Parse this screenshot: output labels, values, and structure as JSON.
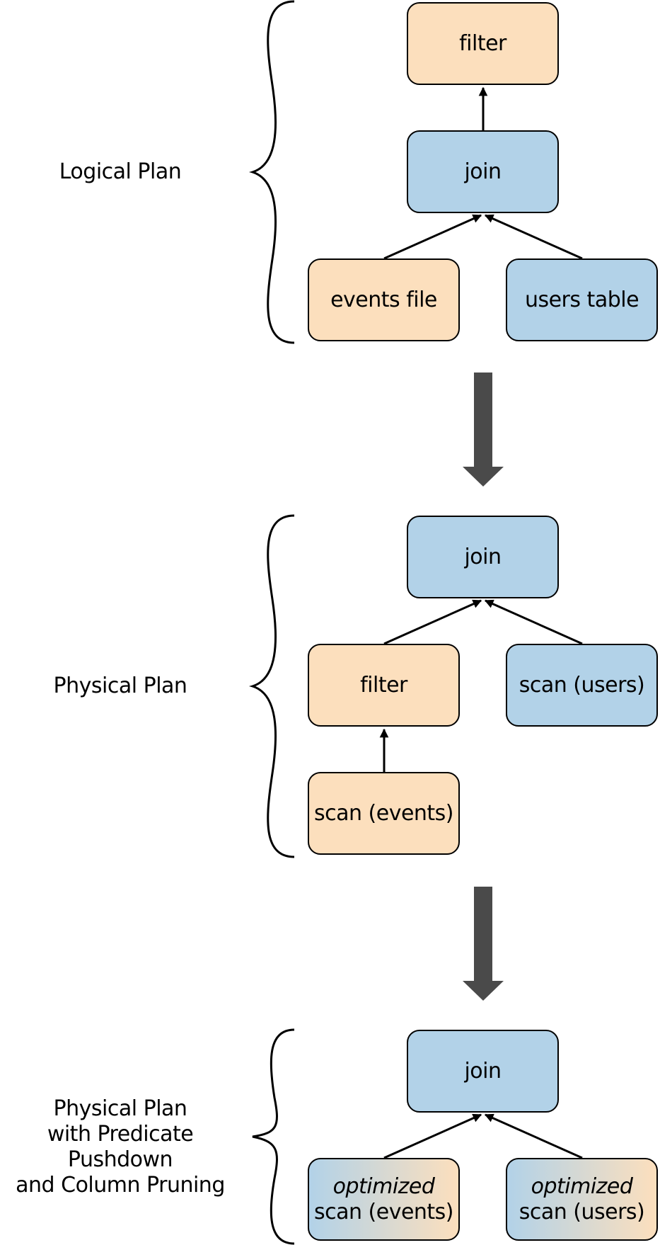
{
  "sections": {
    "logical": {
      "label": "Logical Plan",
      "nodes": {
        "filter": "filter",
        "join": "join",
        "events": "events file",
        "users": "users table"
      }
    },
    "physical": {
      "label": "Physical Plan",
      "nodes": {
        "join": "join",
        "filter": "filter",
        "scan_users": "scan (users)",
        "scan_events": "scan (events)"
      }
    },
    "optimized": {
      "label_lines": [
        "Physical Plan",
        "with Predicate Pushdown",
        "and Column Pruning"
      ],
      "nodes": {
        "join": "join",
        "events_em": "optimized",
        "events_text": "scan (events)",
        "users_em": "optimized",
        "users_text": "scan (users)"
      }
    }
  },
  "colors": {
    "orange": "#fcdfbd",
    "blue": "#b2d2e8",
    "arrow": "#4a4a4a",
    "line": "#000000"
  }
}
